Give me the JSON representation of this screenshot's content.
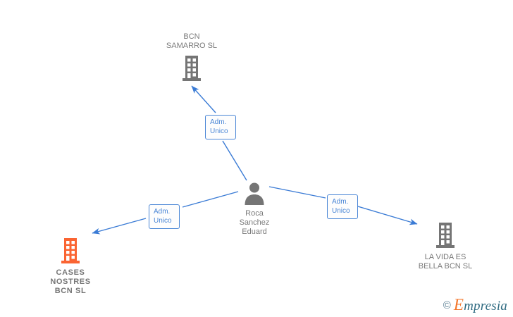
{
  "diagram": {
    "type": "corporate-relationship-graph",
    "background_color": "#ffffff",
    "edge_color": "#3a7bd5",
    "company_icon_color": "#757575",
    "highlight_icon_color": "#fa6432",
    "person_icon_color": "#757575",
    "label_text_color": "#7a7a7a",
    "edge_label_color": "#4a86d6"
  },
  "nodes": {
    "center": {
      "id": "roca-sanchez-eduard",
      "name": "Roca\nSanchez\nEduard",
      "kind": "person",
      "icon": "person-icon"
    },
    "top": {
      "id": "bcn-samarro-sl",
      "name": "BCN\nSAMARRO  SL",
      "kind": "company",
      "icon": "building-icon",
      "highlighted": false
    },
    "bottom_left": {
      "id": "cases-nostres-bcn-sl",
      "name": "CASES\nNOSTRES\nBCN  SL",
      "kind": "company",
      "icon": "building-icon",
      "highlighted": true
    },
    "right": {
      "id": "la-vida-es-bella-bcn-sl",
      "name": "LA VIDA ES\nBELLA BCN  SL",
      "kind": "company",
      "icon": "building-icon",
      "highlighted": false
    }
  },
  "edges": [
    {
      "id": "edge-to-bcn-samarro",
      "from": "roca-sanchez-eduard",
      "to": "bcn-samarro-sl",
      "label": "Adm.\nUnico"
    },
    {
      "id": "edge-to-cases-nostres",
      "from": "roca-sanchez-eduard",
      "to": "cases-nostres-bcn-sl",
      "label": "Adm.\nUnico"
    },
    {
      "id": "edge-to-la-vida-es-bella",
      "from": "roca-sanchez-eduard",
      "to": "la-vida-es-bella-bcn-sl",
      "label": "Adm.\nUnico"
    }
  ],
  "watermark": {
    "copyright": "©",
    "brand_initial": "E",
    "brand_rest": "mpresia"
  }
}
